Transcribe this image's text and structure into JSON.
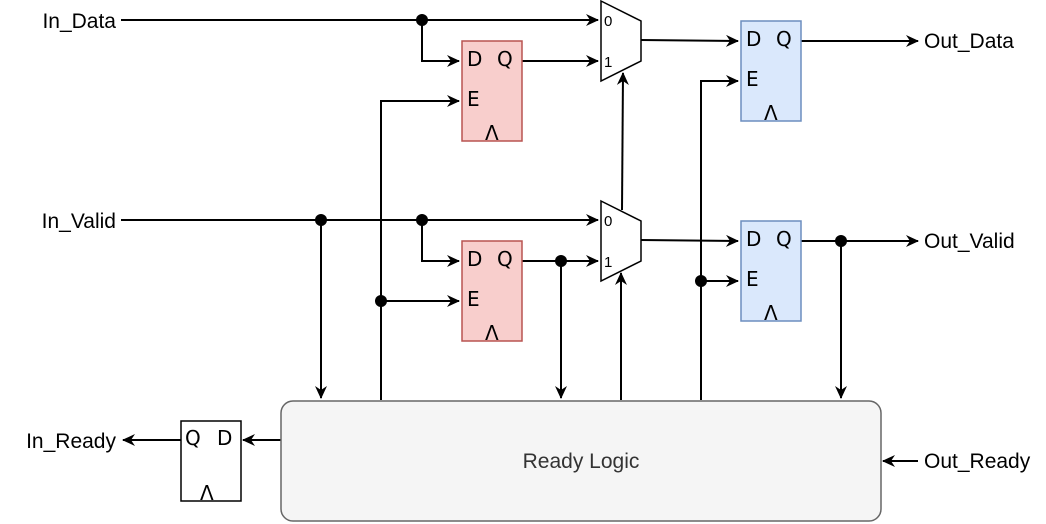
{
  "ports": {
    "in_data": "In_Data",
    "in_valid": "In_Valid",
    "in_ready": "In_Ready",
    "out_data": "Out_Data",
    "out_valid": "Out_Valid",
    "out_ready": "Out_Ready"
  },
  "flipflop": {
    "d": "D",
    "q": "Q",
    "e": "E",
    "clk": "Λ"
  },
  "mux": {
    "in0": "0",
    "in1": "1"
  },
  "logic_block": {
    "label": "Ready Logic"
  },
  "colors": {
    "skid_fill": "#f8cecc",
    "skid_stroke": "#b85450",
    "out_fill": "#dae8fc",
    "out_stroke": "#6c8ebf",
    "logic_fill": "#f5f5f5",
    "logic_stroke": "#666666"
  }
}
